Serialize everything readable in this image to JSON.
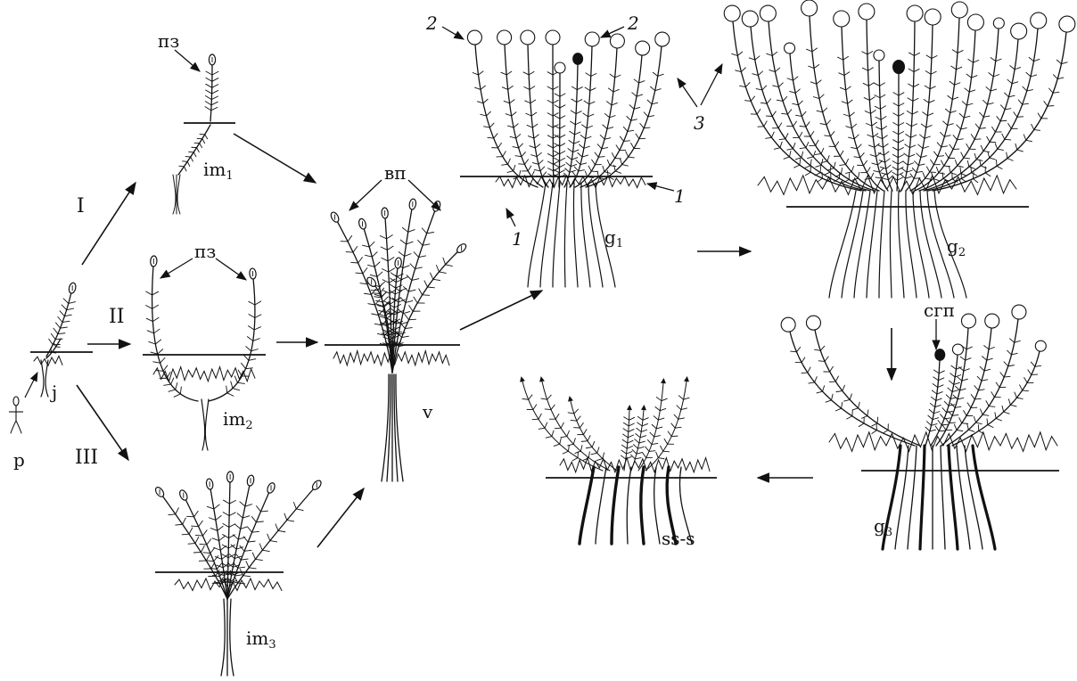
{
  "stage_labels": {
    "p": "p",
    "j": "j",
    "im1_base": "im",
    "im1_sub": "1",
    "im2_base": "im",
    "im2_sub": "2",
    "im3_base": "im",
    "im3_sub": "3",
    "v": "v",
    "g1_base": "g",
    "g1_sub": "1",
    "g2_base": "g",
    "g2_sub": "2",
    "g3_base": "g",
    "g3_sub": "3",
    "ss_s": "ss-s"
  },
  "pathway_labels": {
    "I": "I",
    "II": "II",
    "III": "III"
  },
  "shoot_labels": {
    "pz_top": "пз",
    "pz_im2": "пз",
    "vp": "вп",
    "sgp": "сгп"
  },
  "number_labels": {
    "n2_left": "2",
    "n2_right": "2",
    "n3": "3",
    "n1_right": "1",
    "n1_left": "1"
  },
  "colors": {
    "ink": "#111111",
    "paper": "#ffffff"
  }
}
